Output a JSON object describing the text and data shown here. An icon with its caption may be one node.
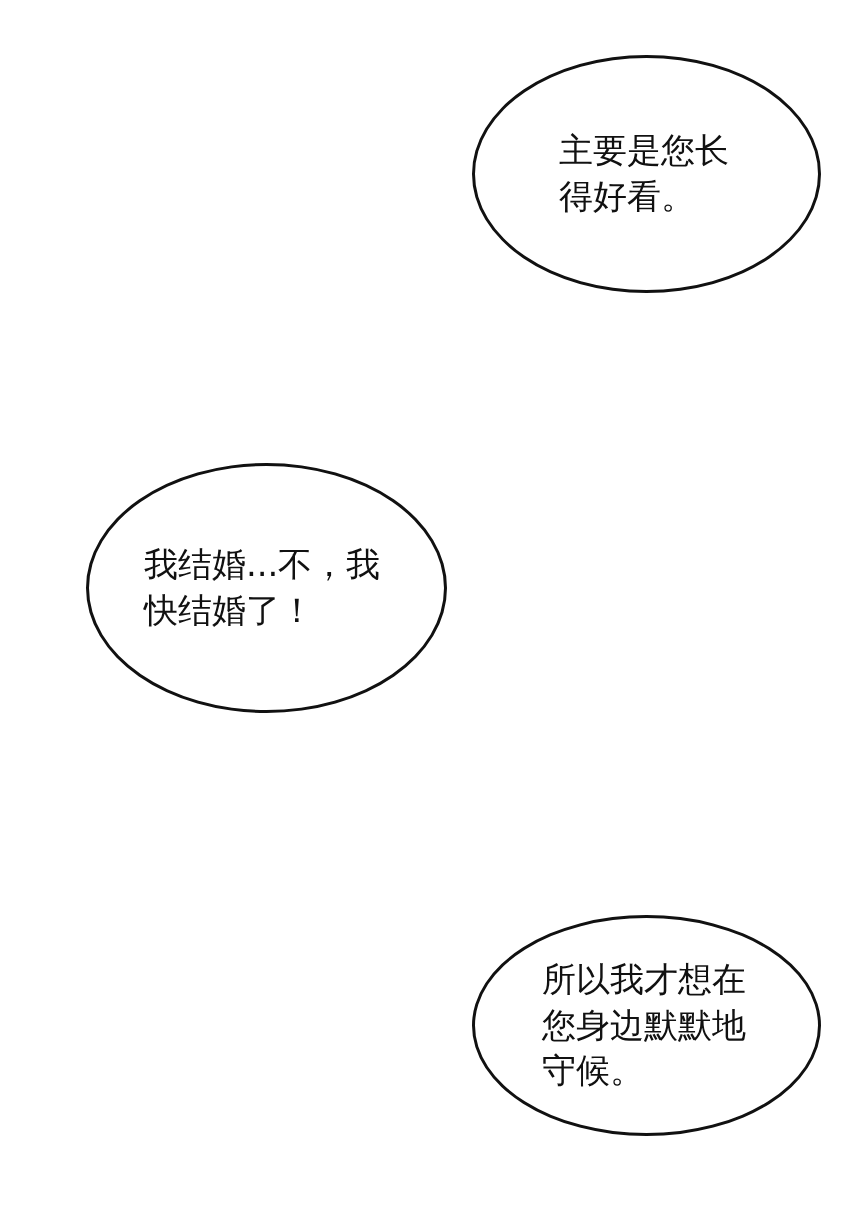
{
  "diagram": {
    "nodes": [
      {
        "text": [
          "主要是您长得好看。"
        ]
      },
      {
        "text": [
          "我结婚...不，我快结婚了！"
        ]
      },
      {
        "text": [
          "所以我才想在您身边默默地守候。"
        ]
      }
    ]
  }
}
